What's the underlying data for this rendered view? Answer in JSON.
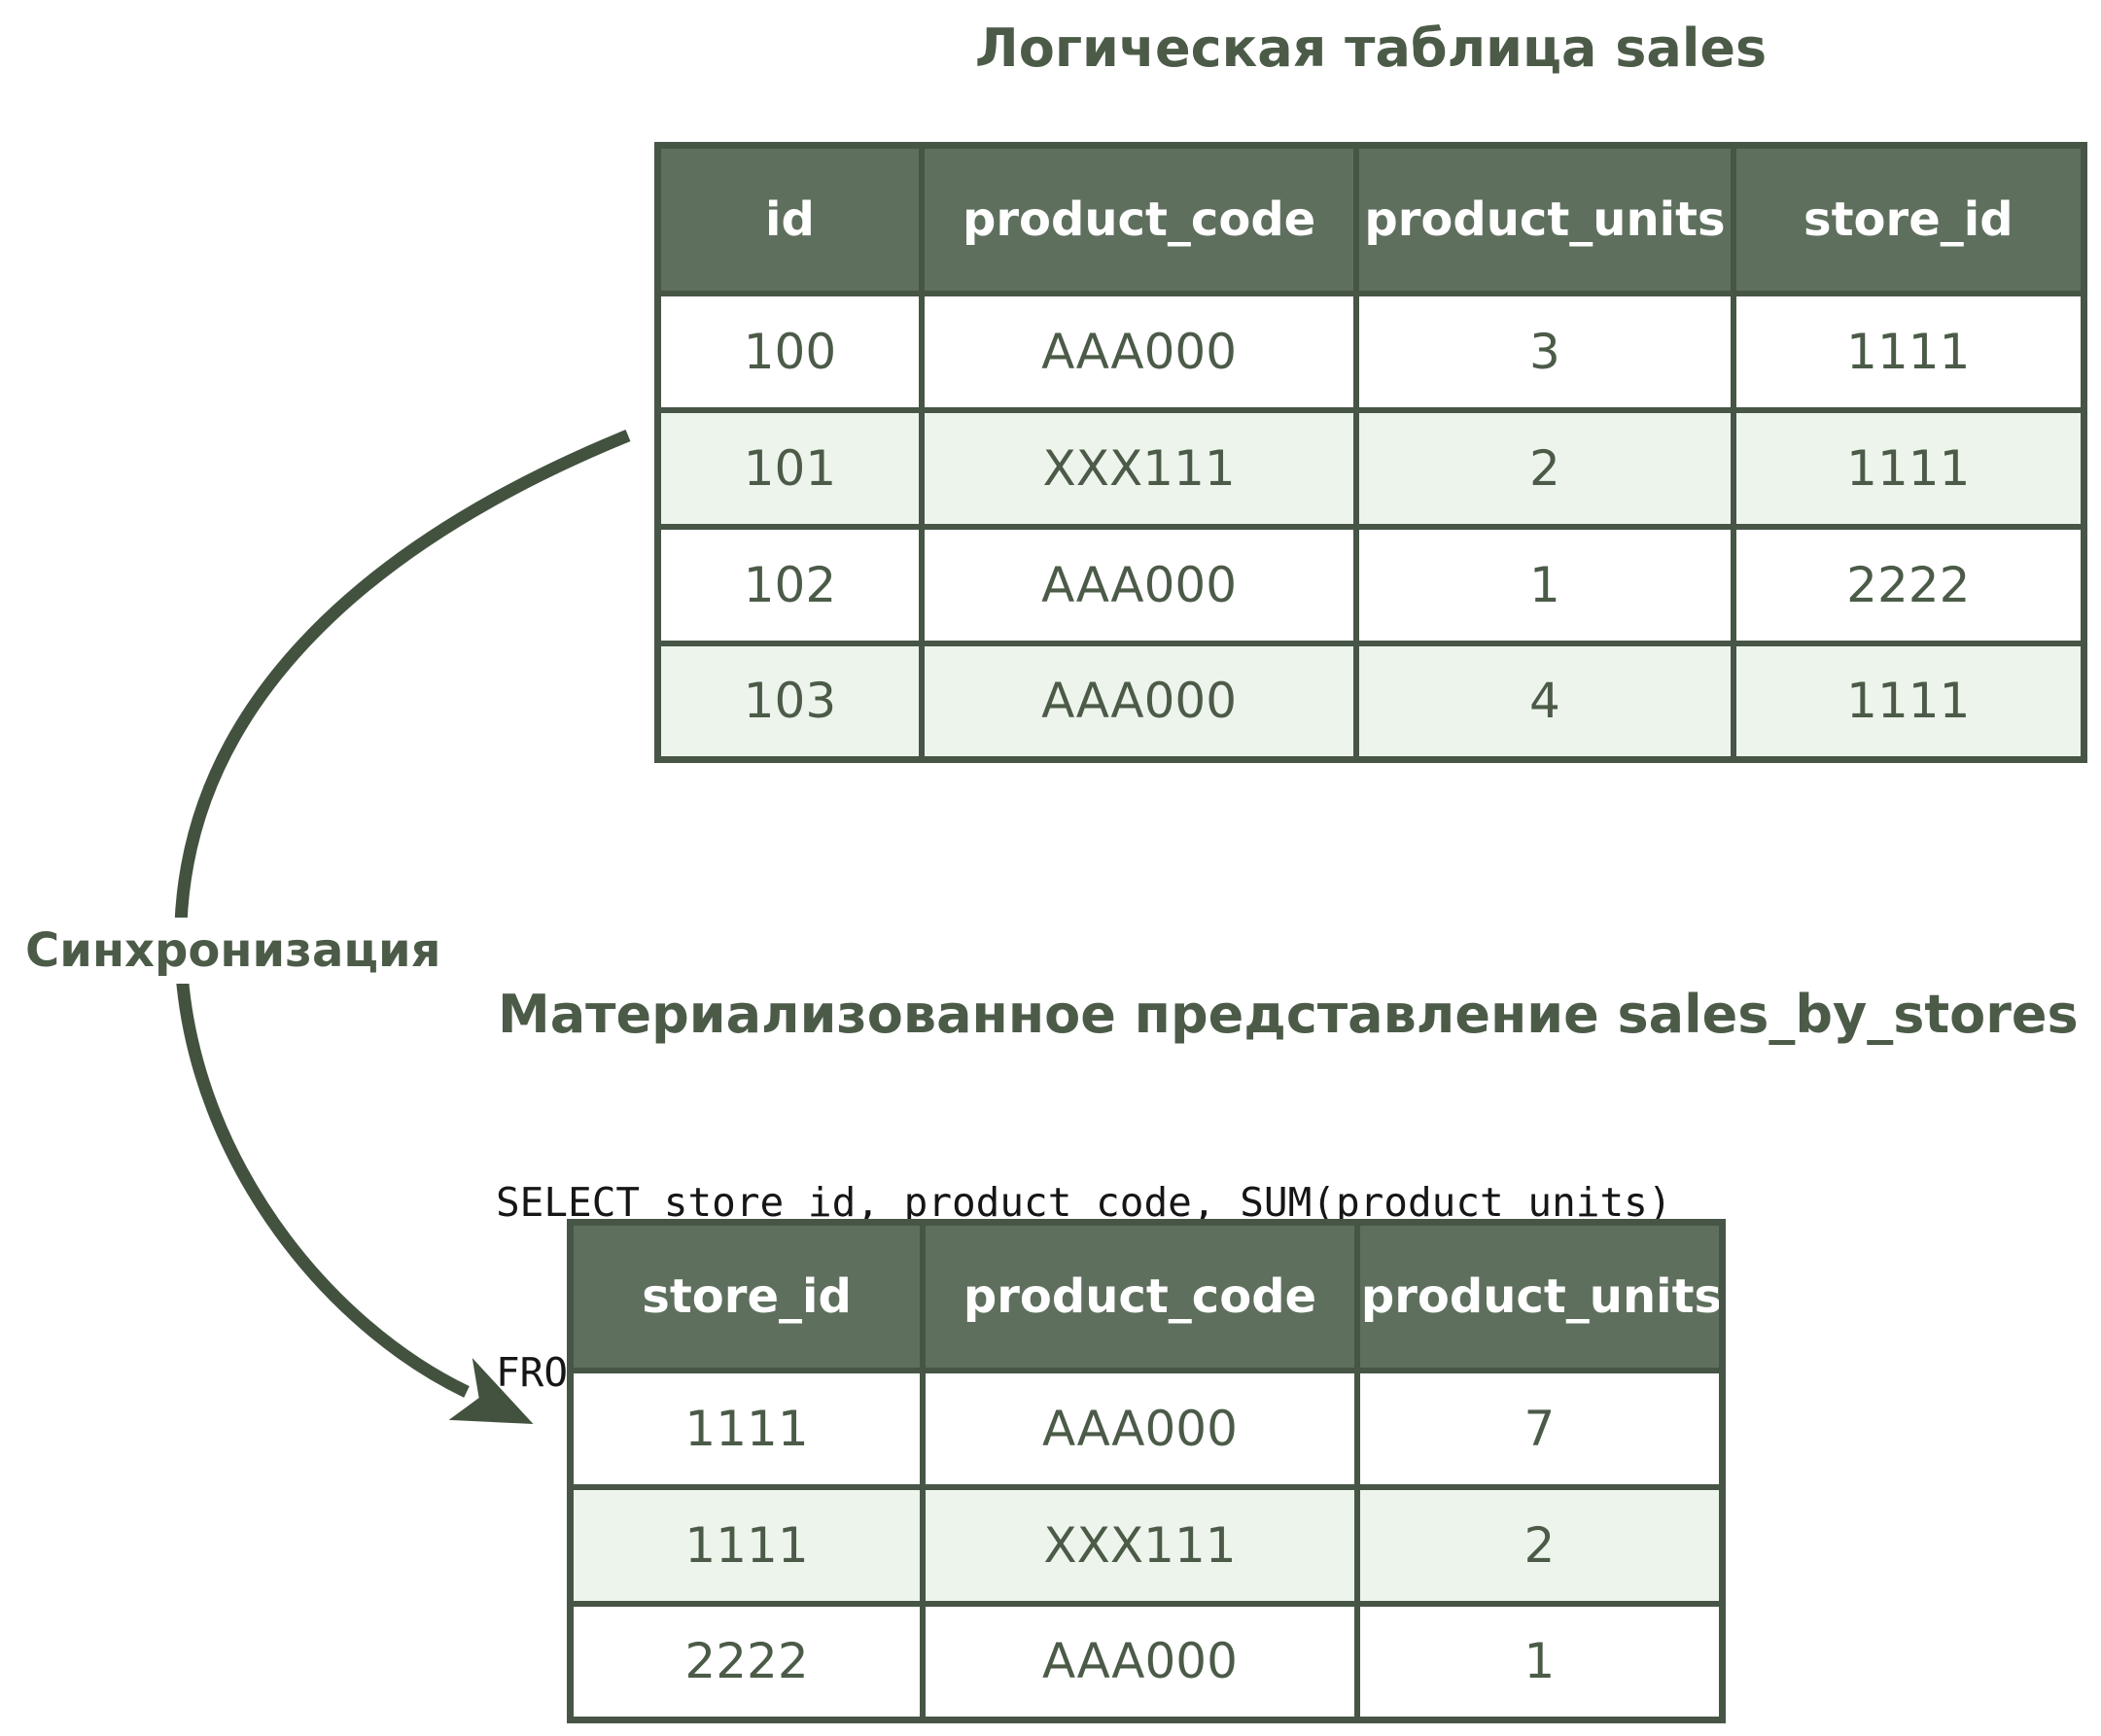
{
  "diagram": {
    "sync_label": "Синхронизация"
  },
  "logical_table": {
    "title": "Логическая таблица sales",
    "columns": [
      "id",
      "product_code",
      "product_units",
      "store_id"
    ],
    "rows": [
      [
        "100",
        "AAA000",
        "3",
        "1111"
      ],
      [
        "101",
        "XXX111",
        "2",
        "1111"
      ],
      [
        "102",
        "AAA000",
        "1",
        "2222"
      ],
      [
        "103",
        "AAA000",
        "4",
        "1111"
      ]
    ]
  },
  "materialized_view": {
    "title": "Материализованное представление sales_by_stores",
    "sql_lines": [
      "SELECT store_id, product_code, SUM(product_units)",
      "FROM sales GROUP BY store_id, product_code"
    ],
    "columns": [
      "store_id",
      "product_code",
      "product_units"
    ],
    "rows": [
      [
        "1111",
        "AAA000",
        "7"
      ],
      [
        "1111",
        "XXX111",
        "2"
      ],
      [
        "2222",
        "AAA000",
        "1"
      ]
    ]
  },
  "colors": {
    "header-bg": "#5f6f5e",
    "border": "#475546",
    "row-alt": "#edf4ec",
    "row": "#ffffff",
    "text": "#4b5b48",
    "sql-text": "#161616",
    "arrow": "#42523f",
    "bg": "#ffffff"
  }
}
